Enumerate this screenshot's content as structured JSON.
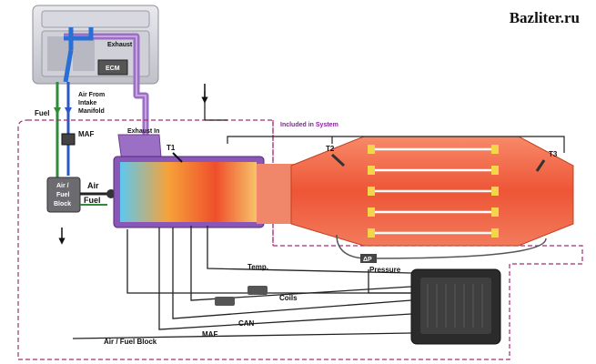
{
  "watermark": "Bazliter.ru",
  "labels": {
    "exhaust": "Exhaust",
    "ecm": "ECM",
    "fuel_top": "Fuel",
    "air_from_1": "Air From",
    "air_from_2": "Intake",
    "air_from_3": "Manifold",
    "maf_top": "MAF",
    "exhaust_in": "Exhaust In",
    "t1": "T1",
    "t2": "T2",
    "t3": "T3",
    "included": "Included in System",
    "air": "Air",
    "fuel": "Fuel",
    "block_1": "Air /",
    "block_2": "Fuel",
    "block_3": "Block",
    "pressure": "Pressure",
    "p_symbol": "ΔP",
    "temp": "Temp.",
    "coils": "Coils",
    "can": "CAN",
    "maf_bottom": "MAF",
    "afb_bottom": "Air / Fuel Block"
  },
  "colors": {
    "accent_dashed": "#a0306f",
    "fuel_line": "#2e8b3a",
    "air_line": "#2a56c6",
    "exhaust_pipe": "#9b6fc4",
    "dpf_body": "#ef5a3b",
    "ecu_body": "#2b2b2b"
  }
}
